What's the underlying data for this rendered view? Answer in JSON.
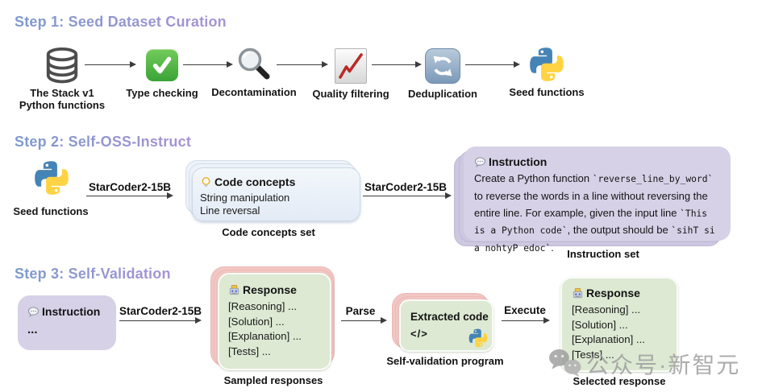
{
  "step1": {
    "title": "Step 1: Seed Dataset Curation",
    "items": [
      {
        "icon": "database-icon",
        "label": "The Stack v1\nPython functions"
      },
      {
        "icon": "check-icon",
        "label": "Type checking"
      },
      {
        "icon": "magnifier-icon",
        "label": "Decontamination"
      },
      {
        "icon": "chart-icon",
        "label": "Quality filtering"
      },
      {
        "icon": "refresh-icon",
        "label": "Deduplication"
      },
      {
        "icon": "python-icon",
        "label": "Seed functions"
      }
    ]
  },
  "step2": {
    "title": "Step 2: Self-OSS-Instruct",
    "seed_label": "Seed functions",
    "arrow1_label": "StarCoder2-15B",
    "arrow2_label": "StarCoder2-15B",
    "concepts_card": {
      "icon": "bulb-icon",
      "title": "Code concepts",
      "lines": [
        "String manipulation",
        "Line reversal"
      ]
    },
    "concepts_caption": "Code concepts set",
    "instruction_card": {
      "icon": "speech-bubble-icon",
      "title": "Instruction",
      "segments": [
        {
          "t": "Create a Python function ",
          "mono": false
        },
        {
          "t": "`reverse_line_by_word`",
          "mono": true
        },
        {
          "t": " to reverse the words in a line without reversing the entire line. For example, given the input line ",
          "mono": false
        },
        {
          "t": "`This is a Python code`",
          "mono": true
        },
        {
          "t": ", the output should be ",
          "mono": false
        },
        {
          "t": "`sihT si a nohtyP edoc`",
          "mono": true
        },
        {
          "t": ".",
          "mono": false
        }
      ]
    },
    "instruction_caption": "Instruction set"
  },
  "step3": {
    "title": "Step 3: Self-Validation",
    "instruction_card": {
      "icon": "speech-bubble-icon",
      "title": "Instruction",
      "body": "..."
    },
    "arrow1_label": "StarCoder2-15B",
    "sampled_card": {
      "icon": "robot-icon",
      "title": "Response",
      "lines": [
        "[Reasoning] ...",
        "[Solution] ...",
        "[Explanation] ...",
        "[Tests] ..."
      ]
    },
    "sampled_caption": "Sampled responses",
    "parse_label": "Parse",
    "extracted_card": {
      "title": "Extracted code",
      "code": "</>",
      "icon": "python-icon"
    },
    "extracted_caption": "Self-validation program",
    "execute_label": "Execute",
    "selected_card": {
      "icon": "robot-icon",
      "title": "Response",
      "lines": [
        "[Reasoning] ...",
        "[Solution] ...",
        "[Explanation] ...",
        "[Tests] ..."
      ]
    },
    "selected_caption": "Selected response"
  },
  "watermark": {
    "icon": "wechat-icon",
    "text": "公众号·新智元"
  }
}
